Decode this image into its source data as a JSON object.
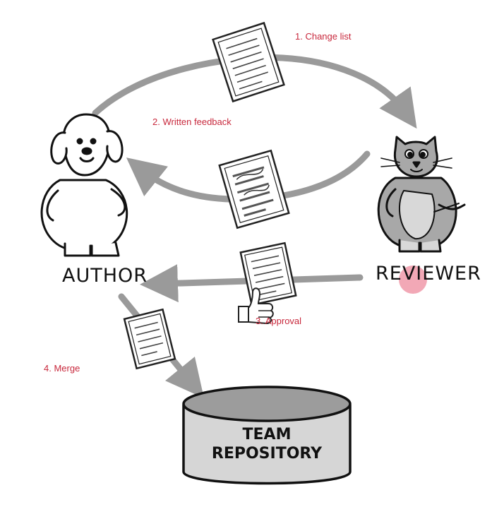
{
  "steps": {
    "change_list": "1. Change list",
    "written_feedback": "2. Written feedback",
    "approval": "3. Approval",
    "merge": "4. Merge"
  },
  "actors": {
    "author": "AUTHOR",
    "reviewer": "REVIEWER"
  },
  "repository": {
    "line1": "TEAM",
    "line2": "REPOSITORY"
  },
  "colors": {
    "step_text": "#c8283c",
    "arrow": "#9a9a9a",
    "repo_fill": "#9c9c9c",
    "repo_body": "#d6d6d6",
    "cat_fill": "#a8a8a8",
    "cursor": "#e8607a"
  },
  "icons": [
    "dog-icon",
    "cat-icon",
    "document-icon",
    "thumbs-up-icon",
    "database-icon"
  ]
}
